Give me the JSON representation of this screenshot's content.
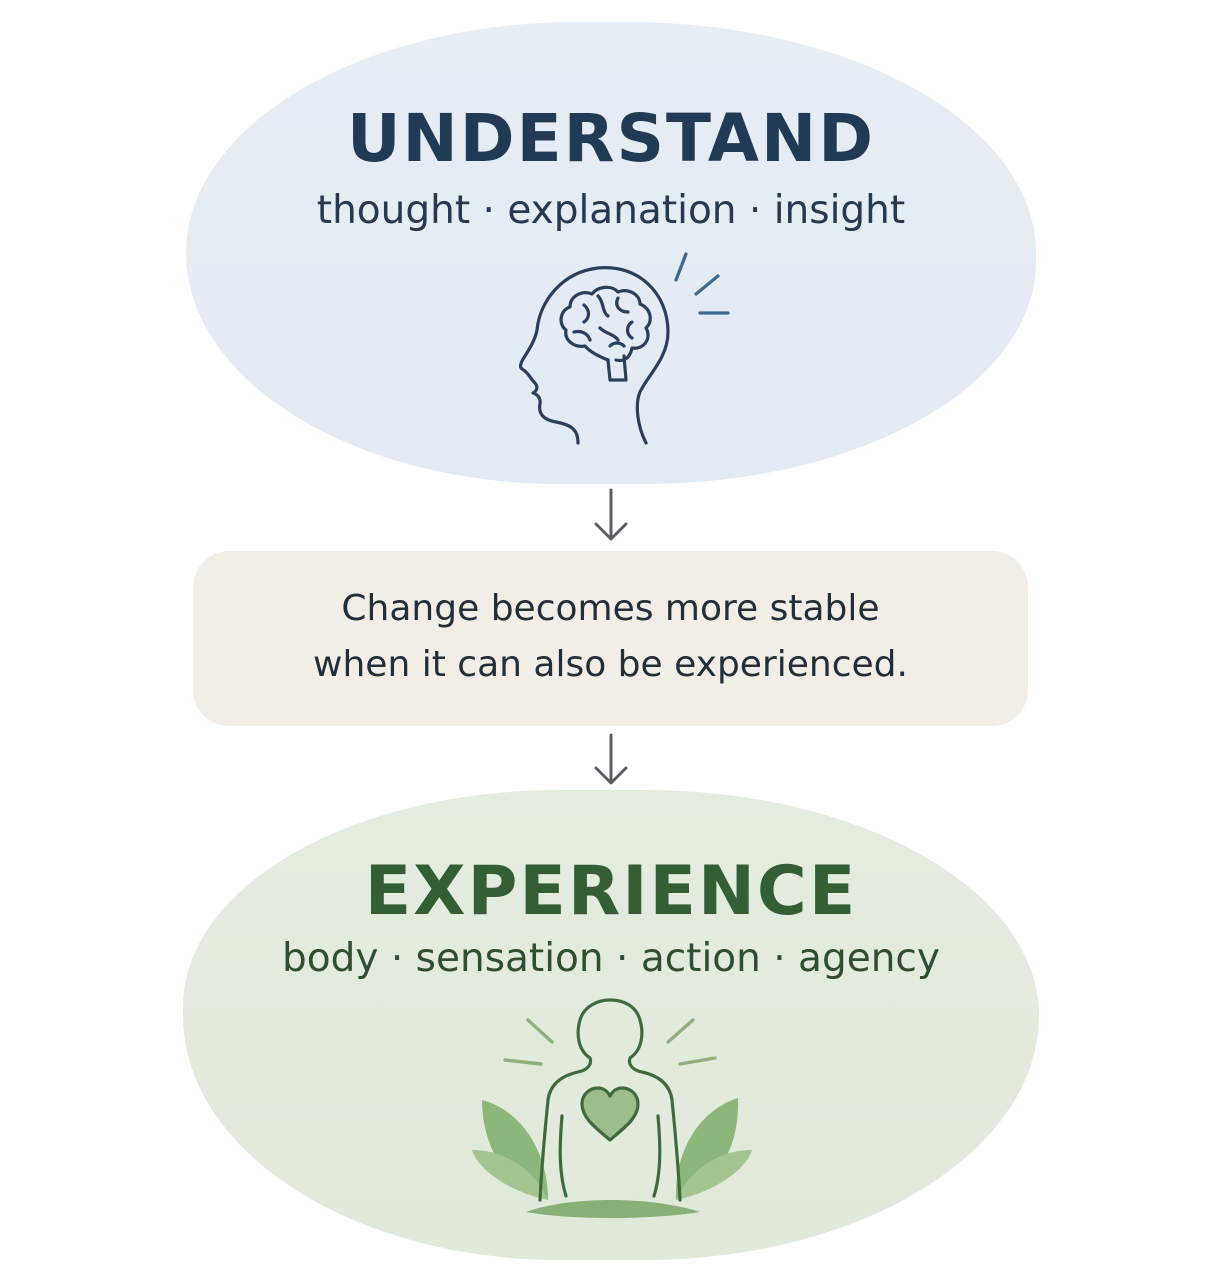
{
  "understand": {
    "title": "UNDERSTAND",
    "subtitle": "thought · explanation · insight",
    "icon": "head-brain-icon",
    "color": "#213a55",
    "background": "#e4ebf4"
  },
  "bridge": {
    "line_1": "Change becomes more stable",
    "line_2": "when it can also be experienced.",
    "background": "#f3eee5"
  },
  "experience": {
    "title": "EXPERIENCE",
    "subtitle": "body · sensation · action · agency",
    "icon": "body-heart-leaves-icon",
    "color": "#345f35",
    "background": "#e2eadc"
  },
  "arrows": [
    "arrow-down-icon",
    "arrow-down-icon"
  ]
}
